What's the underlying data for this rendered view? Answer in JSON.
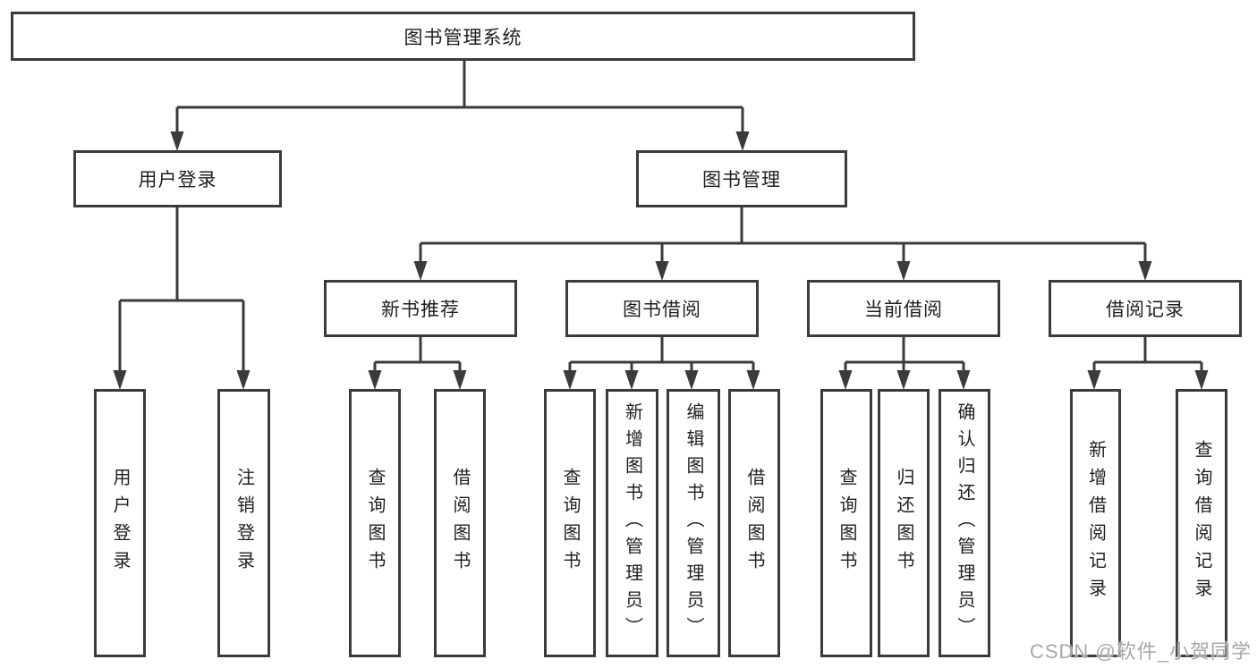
{
  "tree": {
    "label": "图书管理系统",
    "children": [
      {
        "label": "用户登录",
        "children": [
          {
            "label": "用户登录"
          },
          {
            "label": "注销登录"
          }
        ]
      },
      {
        "label": "图书管理",
        "children": [
          {
            "label": "新书推荐",
            "children": [
              {
                "label": "查询图书"
              },
              {
                "label": "借阅图书"
              }
            ]
          },
          {
            "label": "图书借阅",
            "children": [
              {
                "label": "查询图书"
              },
              {
                "label": "新增图书（管理员）"
              },
              {
                "label": "编辑图书（管理员）"
              },
              {
                "label": "借阅图书"
              }
            ]
          },
          {
            "label": "当前借阅",
            "children": [
              {
                "label": "查询图书"
              },
              {
                "label": "归还图书"
              },
              {
                "label": "确认归还（管理员）"
              }
            ]
          },
          {
            "label": "借阅记录",
            "children": [
              {
                "label": "新增借阅记录"
              },
              {
                "label": "查询借阅记录"
              }
            ]
          }
        ]
      }
    ]
  },
  "watermark": {
    "text": "CSDN @软件_小贺同学"
  },
  "colors": {
    "line": "#3b3b3b",
    "box_border": "#3b3b3b",
    "text": "#1f1f1f",
    "background": "#ffffff",
    "watermark": "#a8a8a8"
  }
}
